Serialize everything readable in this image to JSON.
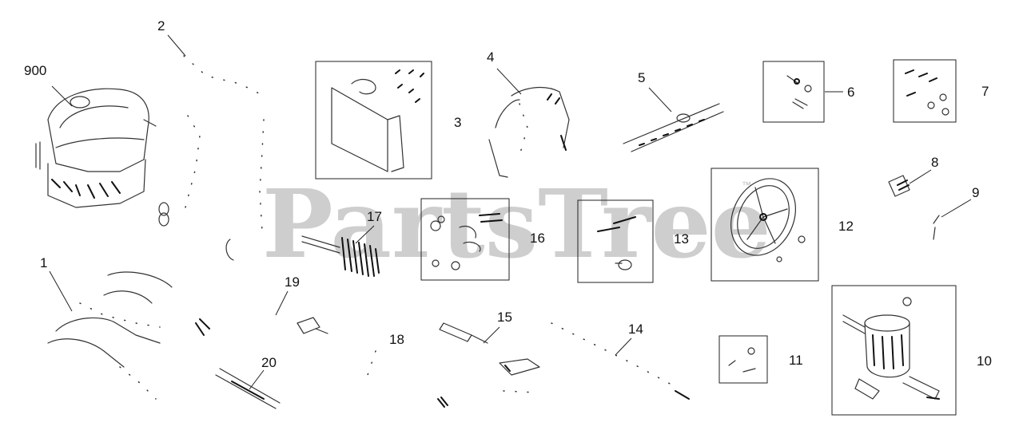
{
  "watermark": {
    "text": "PartsTree",
    "mark": "™",
    "color": "#8a8a8a"
  },
  "callouts": {
    "c900": "900",
    "c1": "1",
    "c2": "2",
    "c3": "3",
    "c4": "4",
    "c5": "5",
    "c6": "6",
    "c7": "7",
    "c8": "8",
    "c9": "9",
    "c10": "10",
    "c11": "11",
    "c12": "12",
    "c13": "13",
    "c14": "14",
    "c15": "15",
    "c16": "16",
    "c17": "17",
    "c18": "18",
    "c19": "19",
    "c20": "20"
  }
}
